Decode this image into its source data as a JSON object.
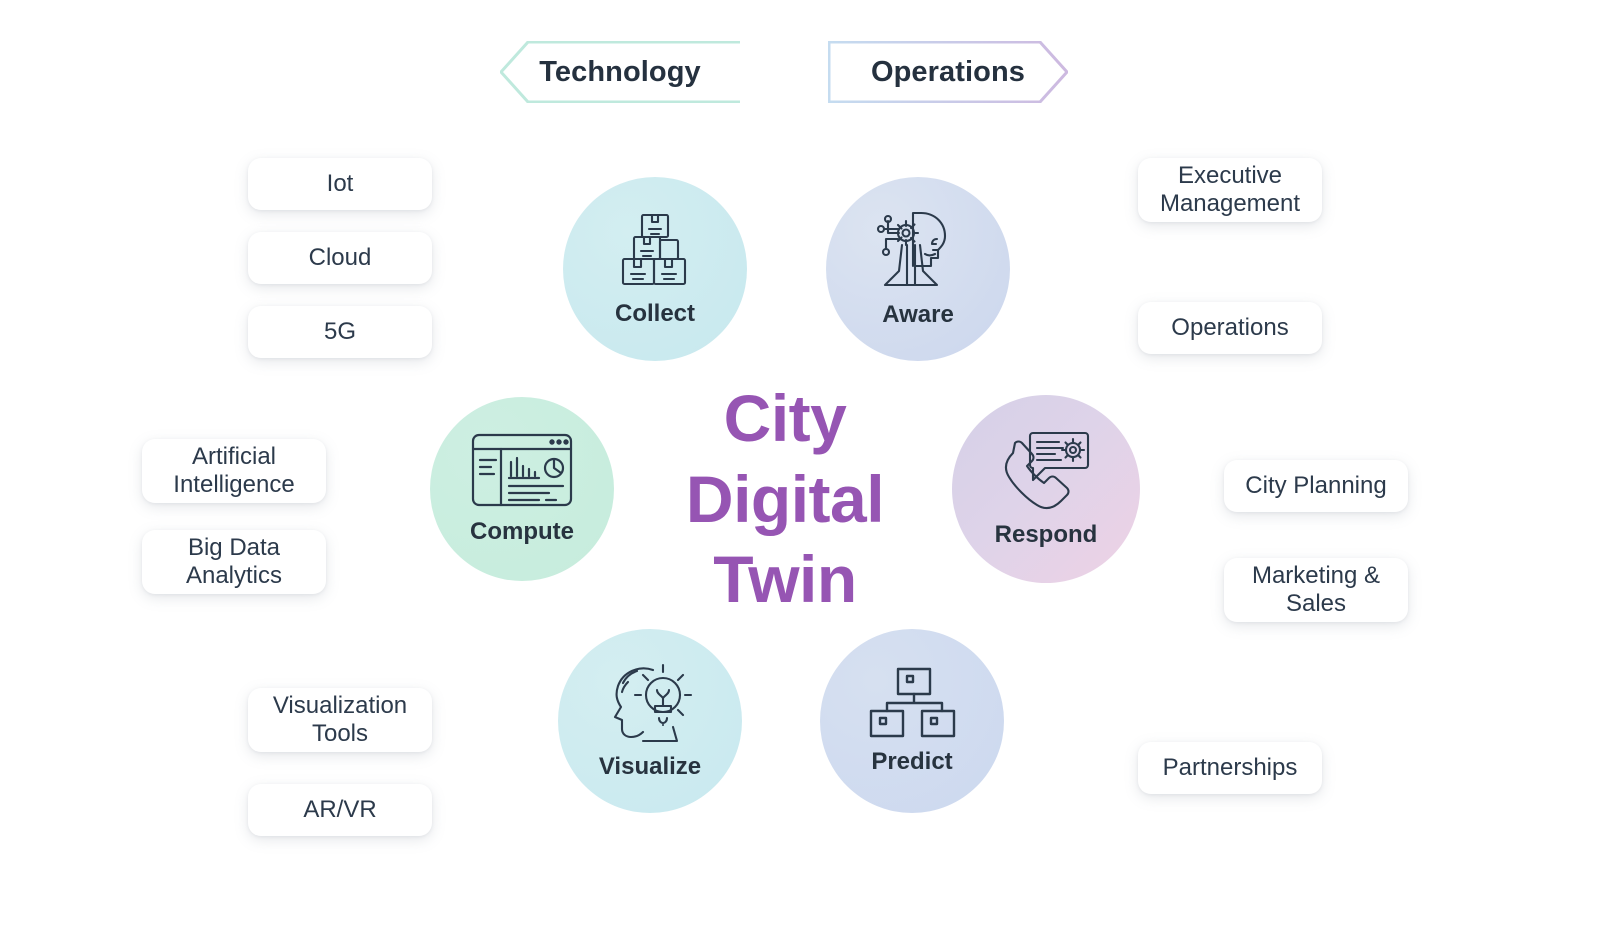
{
  "banners": [
    {
      "id": "technology",
      "label": "Technology",
      "direction": "left",
      "border_color": "#bfe9dd"
    },
    {
      "id": "operations",
      "label": "Operations",
      "direction": "right",
      "border_from": "#c5dcf0",
      "border_to": "#cdb9e0"
    }
  ],
  "center": {
    "line1": "City",
    "line2": "Digital",
    "line3": "Twin",
    "color": "#9655b3"
  },
  "nodes": [
    {
      "id": "collect",
      "label": "Collect",
      "icon": "stacked-boxes-icon",
      "color_a": "#cdebef",
      "color_b": "#c8e8ef"
    },
    {
      "id": "aware",
      "label": "Aware",
      "icon": "ai-head-gear-icon",
      "color_a": "#d6dfef",
      "color_b": "#ccd7ee"
    },
    {
      "id": "respond",
      "label": "Respond",
      "icon": "phone-chat-gear-icon",
      "color_a": "#d6d2e8",
      "color_b": "#e7cfe2"
    },
    {
      "id": "predict",
      "label": "Predict",
      "icon": "hierarchy-tree-icon",
      "color_a": "#cfdcee",
      "color_b": "#cdd8ef"
    },
    {
      "id": "visualize",
      "label": "Visualize",
      "icon": "head-lightbulb-icon",
      "color_a": "#cdeaee",
      "color_b": "#c9e9ef"
    },
    {
      "id": "compute",
      "label": "Compute",
      "icon": "dashboard-window-icon",
      "color_a": "#c7ecdd",
      "color_b": "#cdeee4"
    }
  ],
  "technology_cards": [
    {
      "id": "iot",
      "label": "Iot"
    },
    {
      "id": "cloud",
      "label": "Cloud"
    },
    {
      "id": "5g",
      "label": "5G"
    },
    {
      "id": "artificial-intelligence",
      "label": "Artificial Intelligence"
    },
    {
      "id": "big-data-analytics",
      "label": "Big Data Analytics"
    },
    {
      "id": "visualization-tools",
      "label": "Visualization Tools"
    },
    {
      "id": "ar-vr",
      "label": "AR/VR"
    }
  ],
  "operations_cards": [
    {
      "id": "executive-management",
      "label": "Executive Management"
    },
    {
      "id": "operations",
      "label": "Operations"
    },
    {
      "id": "city-planning",
      "label": "City Planning"
    },
    {
      "id": "marketing-sales",
      "label": "Marketing & Sales"
    },
    {
      "id": "partnerships",
      "label": "Partnerships"
    }
  ]
}
